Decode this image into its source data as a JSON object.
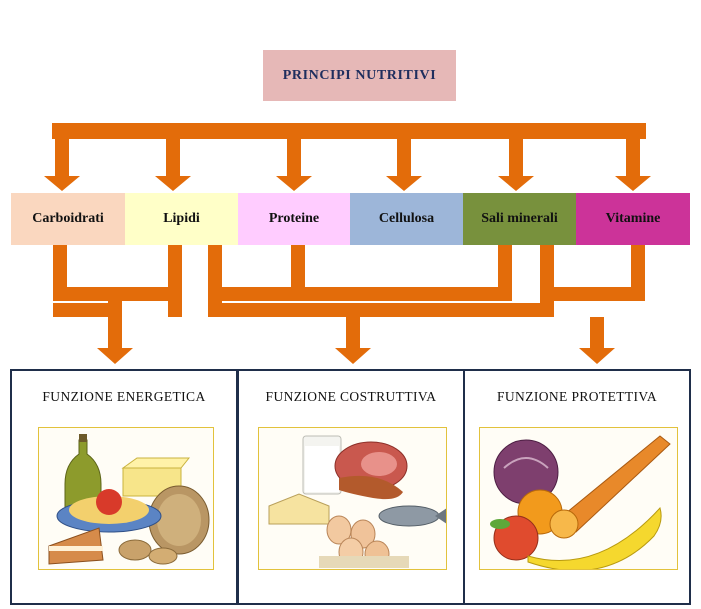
{
  "root": {
    "title": "PRINCIPI NUTRITIVI"
  },
  "nutrients": [
    {
      "label": "Carboidrati",
      "color": "#fad7bf"
    },
    {
      "label": "Lipidi",
      "color": "#ffffc8"
    },
    {
      "label": "Proteine",
      "color": "#ffccff"
    },
    {
      "label": "Cellulosa",
      "color": "#9db6d9"
    },
    {
      "label": "Sali minerali",
      "color": "#78913d"
    },
    {
      "label": "Vitamine",
      "color": "#cc3399"
    }
  ],
  "functions": [
    {
      "title": "FUNZIONE ENERGETICA",
      "picture": "cibi energetici: olio, pasta, burro, pane, dolce, patate"
    },
    {
      "title": "FUNZIONE COSTRUTTIVA",
      "picture": "cibi proteici: latte, carne, formaggio, pesce, uova"
    },
    {
      "title": "FUNZIONE PROTETTIVA",
      "picture": "frutta e verdura: cavolo, carota, arancia, mela, banana"
    }
  ],
  "colors": {
    "arrow": "#e36c0a",
    "panel_border": "#1f2e4a",
    "root_fill": "#e6b8b7",
    "root_text": "#1f2e5e"
  }
}
